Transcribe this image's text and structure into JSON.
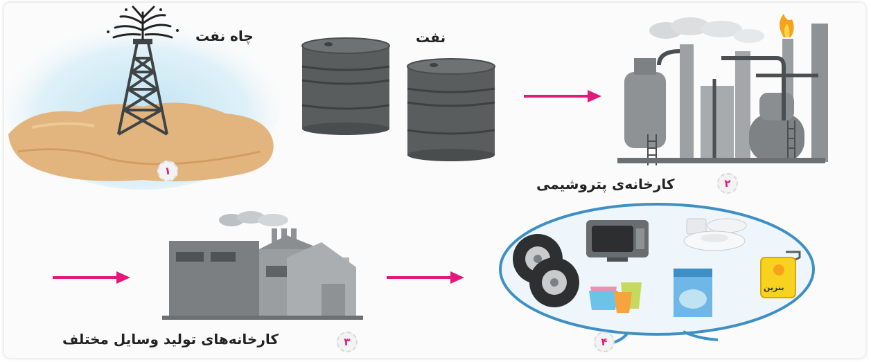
{
  "labels": {
    "oil_well": "چاه نفت",
    "oil": "نفت",
    "petrochemical": "کارخانه‌ی پتروشیمی",
    "factories": "کارخانه‌های تولید وسایل مختلف",
    "benzin": "بنزین"
  },
  "steps": {
    "s1": "۱",
    "s2": "۲",
    "s3": "۳",
    "s4": "۴"
  },
  "colors": {
    "arrow": "#e2197a",
    "sand": "#e3b57e",
    "sky": "#bfe3f3",
    "barrel": "#5a5d5e",
    "plant": "#8e9294",
    "ellipse_border": "#3d8fc6",
    "ellipse_fill": "#eef6fb"
  },
  "icons": [
    "oil-rig-icon",
    "oil-barrel-icon",
    "petrochemical-plant-icon",
    "factory-icon",
    "tire-icon",
    "tv-icon",
    "dishes-icon",
    "cups-icon",
    "detergent-box-icon",
    "fuel-can-icon",
    "arrow-right-icon"
  ]
}
